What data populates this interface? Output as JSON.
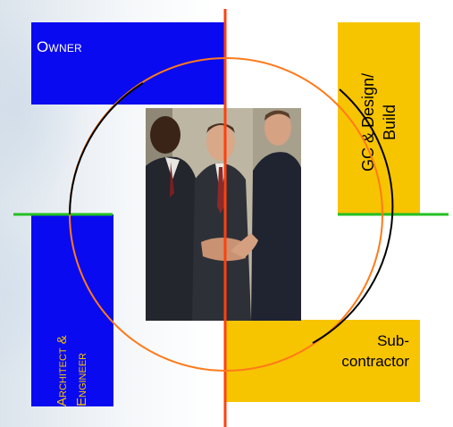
{
  "owner": {
    "label": "Owner"
  },
  "gc_design_build": {
    "line1": "GC & Design/",
    "line2": "Build"
  },
  "architect_engineer": {
    "line1": "Architect &",
    "line2": "Engineer"
  },
  "subcontractor": {
    "line1": "Sub-",
    "line2": "contractor"
  },
  "photo": {
    "subject": "businessmen-handshake"
  },
  "colors": {
    "owner_blue": "#0a0af0",
    "gc_yellow": "#f7c400",
    "vertical_axis": "#ff4010",
    "horizontal_axis": "#22c022",
    "circle_top": "#ff7a1a",
    "circle_bottom": "#000000"
  }
}
